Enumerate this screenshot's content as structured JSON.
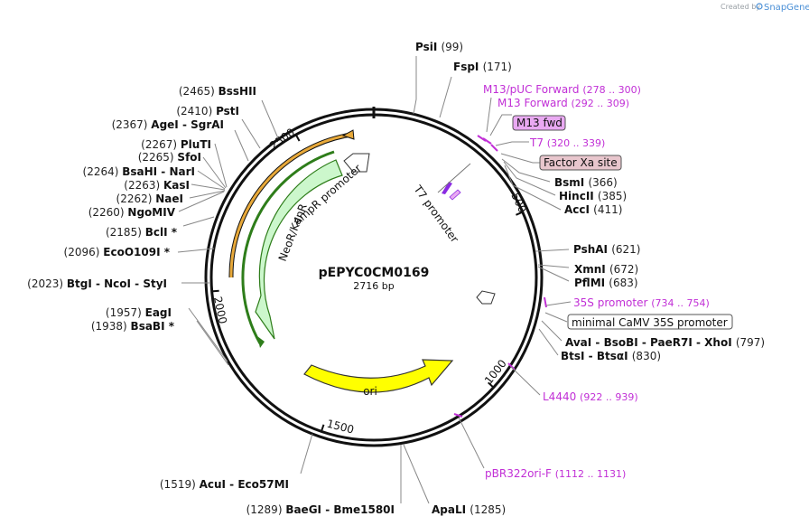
{
  "credit": {
    "created_by": "Created by",
    "brand": "SnapGene"
  },
  "plasmid": {
    "name": "pEPYC0CM0169",
    "size": "2716 bp",
    "length": 2716
  },
  "ticks": [
    {
      "pos": 500,
      "label": "500"
    },
    {
      "pos": 1000,
      "label": "1000"
    },
    {
      "pos": 1500,
      "label": "1500"
    },
    {
      "pos": 2000,
      "label": "2000"
    },
    {
      "pos": 2500,
      "label": "2500"
    }
  ],
  "sites_right": [
    {
      "pos": 99,
      "names": [
        "PsiI"
      ],
      "loc": "(99)"
    },
    {
      "pos": 171,
      "names": [
        "FspI"
      ],
      "loc": "(171)"
    },
    {
      "pos": 366,
      "names": [
        "BsmI"
      ],
      "loc": "(366)"
    },
    {
      "pos": 385,
      "names": [
        "HincII"
      ],
      "loc": "(385)"
    },
    {
      "pos": 411,
      "names": [
        "AccI"
      ],
      "loc": "(411)"
    },
    {
      "pos": 621,
      "names": [
        "PshAI"
      ],
      "loc": "(621)"
    },
    {
      "pos": 672,
      "names": [
        "XmnI"
      ],
      "loc": "(672)"
    },
    {
      "pos": 683,
      "names": [
        "PflMI"
      ],
      "loc": "(683)"
    },
    {
      "pos": 797,
      "names": [
        "AvaI",
        "BsoBI",
        "PaeR7I",
        "XhoI"
      ],
      "loc": "(797)"
    },
    {
      "pos": 830,
      "names": [
        "BtsI",
        "BtsαI"
      ],
      "loc": "(830)"
    },
    {
      "pos": 1285,
      "names": [
        "ApaLI"
      ],
      "loc": "(1285)"
    }
  ],
  "sites_left": [
    {
      "pos": 1289,
      "names": [
        "BaeGI",
        "Bme1580I"
      ],
      "loc": "(1289)"
    },
    {
      "pos": 1519,
      "names": [
        "AcuI",
        "Eco57MI"
      ],
      "loc": "(1519)"
    },
    {
      "pos": 1938,
      "names": [
        "BsaBI *"
      ],
      "loc": "(1938)"
    },
    {
      "pos": 1957,
      "names": [
        "EagI"
      ],
      "loc": "(1957)"
    },
    {
      "pos": 2023,
      "names": [
        "BtgI",
        "NcoI",
        "StyI"
      ],
      "loc": "(2023)"
    },
    {
      "pos": 2096,
      "names": [
        "EcoO109I *"
      ],
      "loc": "(2096)"
    },
    {
      "pos": 2185,
      "names": [
        "BclI *"
      ],
      "loc": "(2185)"
    },
    {
      "pos": 2260,
      "names": [
        "NgoMIV"
      ],
      "loc": "(2260)"
    },
    {
      "pos": 2262,
      "names": [
        "NaeI"
      ],
      "loc": "(2262)"
    },
    {
      "pos": 2263,
      "names": [
        "KasI"
      ],
      "loc": "(2263)"
    },
    {
      "pos": 2264,
      "names": [
        "BsaHI",
        "NarI"
      ],
      "loc": "(2264)"
    },
    {
      "pos": 2265,
      "names": [
        "SfoI"
      ],
      "loc": "(2265)"
    },
    {
      "pos": 2267,
      "names": [
        "PluTI"
      ],
      "loc": "(2267)"
    },
    {
      "pos": 2367,
      "names": [
        "AgeI",
        "SgrAI"
      ],
      "loc": "(2367)"
    },
    {
      "pos": 2410,
      "names": [
        "PstI"
      ],
      "loc": "(2410)"
    },
    {
      "pos": 2465,
      "names": [
        "BssHII"
      ],
      "loc": "(2465)"
    }
  ],
  "primers": [
    {
      "name": "M13/pUC Forward",
      "range": "(278 .. 300)"
    },
    {
      "name": "M13 Forward",
      "range": "(292 .. 309)"
    },
    {
      "name": "T7",
      "range": "(320 .. 339)"
    },
    {
      "name": "35S promoter",
      "range": "(734 .. 754)"
    },
    {
      "name": "L4440",
      "range": "(922 .. 939)"
    },
    {
      "name": "pBR322ori-F",
      "range": "(1112 .. 1131)"
    }
  ],
  "boxed_features": [
    {
      "name": "M13 fwd",
      "fill": "#e9a9f2"
    },
    {
      "name": "Factor Xa site",
      "fill": "#e8c6cd"
    },
    {
      "name": "minimal CaMV 35S promoter",
      "fill": "#ffffff"
    }
  ],
  "features": [
    {
      "name": "ori",
      "start": 1060,
      "end": 1650,
      "color": "#ffff00",
      "direction": "ccw"
    },
    {
      "name": "AmpR promoter",
      "color": "#d8f8d8"
    },
    {
      "name": "NeoR/KanR",
      "color": "#3a8a1a"
    },
    {
      "name": "T7 promoter",
      "color": "#ffffff"
    }
  ],
  "colors": {
    "primer": "#c12fd6",
    "backbone": "#111111",
    "orange_arc": "#e8a93a",
    "green_arc": "#2e7d1a",
    "promoter_fill": "#ccf7cc"
  }
}
